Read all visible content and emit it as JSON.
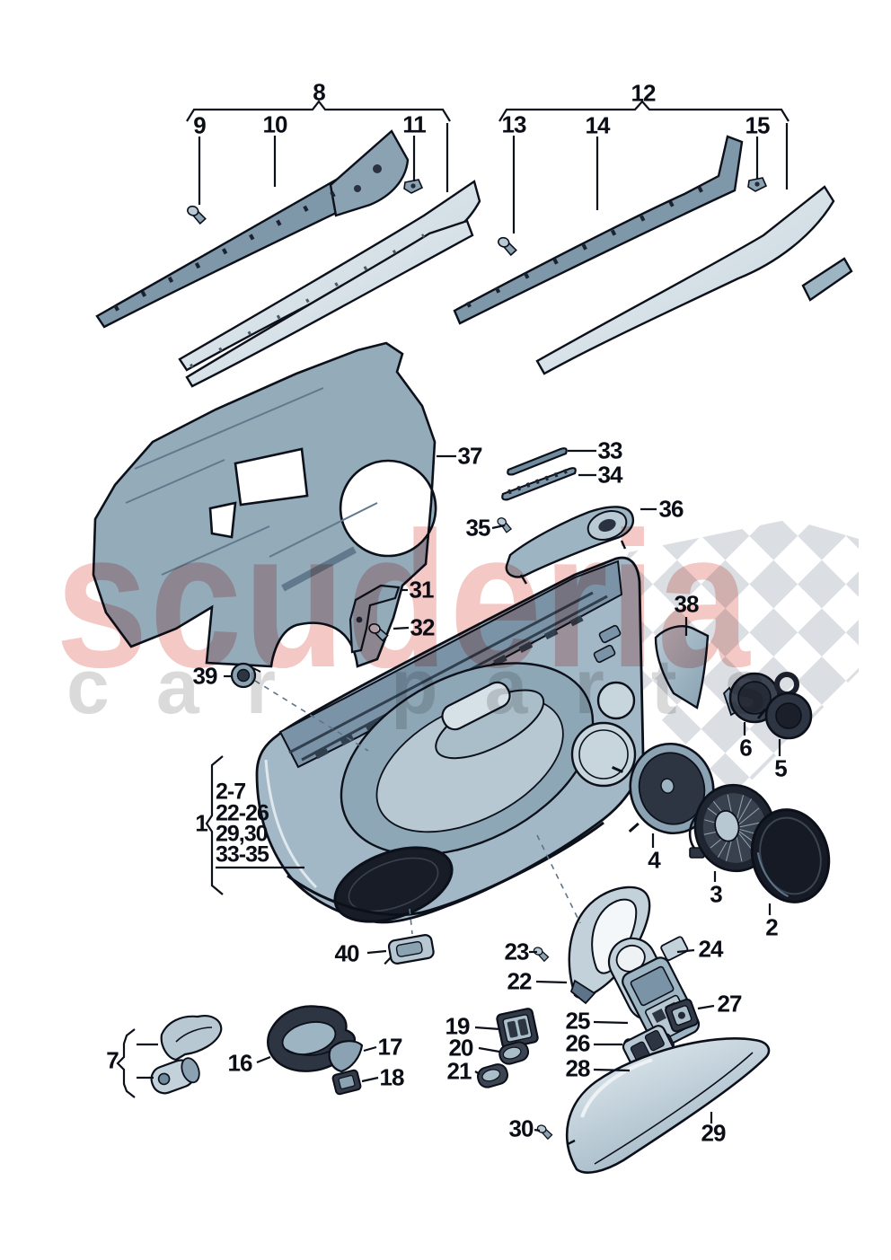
{
  "watermark": {
    "brand": "scuderia",
    "brand_sub": "car parts",
    "brand_color": "#f3c8c5",
    "sub_color": "#dadada"
  },
  "colors": {
    "outline": "#0c101a",
    "steel_light": "#c6d4dc",
    "steel_mid": "#9db4c3",
    "steel_dark": "#7b93a6",
    "near_black": "#1a202b",
    "checker": "#dbdfe3",
    "dashed_leader": "#5d7488"
  },
  "group_brackets": [
    {
      "label": "8",
      "members": [
        "9",
        "10",
        "11"
      ]
    },
    {
      "label": "12",
      "members": [
        "13",
        "14",
        "15"
      ]
    }
  ],
  "panel_note": {
    "label": "1",
    "lines": [
      "2-7",
      "22-26",
      "29,30",
      "33-35"
    ]
  },
  "callouts": {
    "c1": "1",
    "c2": "2",
    "c3": "3",
    "c4": "4",
    "c5": "5",
    "c6": "6",
    "c7": "7",
    "c8": "8",
    "c9": "9",
    "c10": "10",
    "c11": "11",
    "c12": "12",
    "c13": "13",
    "c14": "14",
    "c15": "15",
    "c16": "16",
    "c17": "17",
    "c18": "18",
    "c19": "19",
    "c20": "20",
    "c21": "21",
    "c22": "22",
    "c23": "23",
    "c24": "24",
    "c25": "25",
    "c26": "26",
    "c27": "27",
    "c28": "28",
    "c29": "29",
    "c30": "30",
    "c31": "31",
    "c32": "32",
    "c33": "33",
    "c34": "34",
    "c35": "35",
    "c36": "36",
    "c37": "37",
    "c38": "38",
    "c39": "39",
    "c40": "40"
  }
}
